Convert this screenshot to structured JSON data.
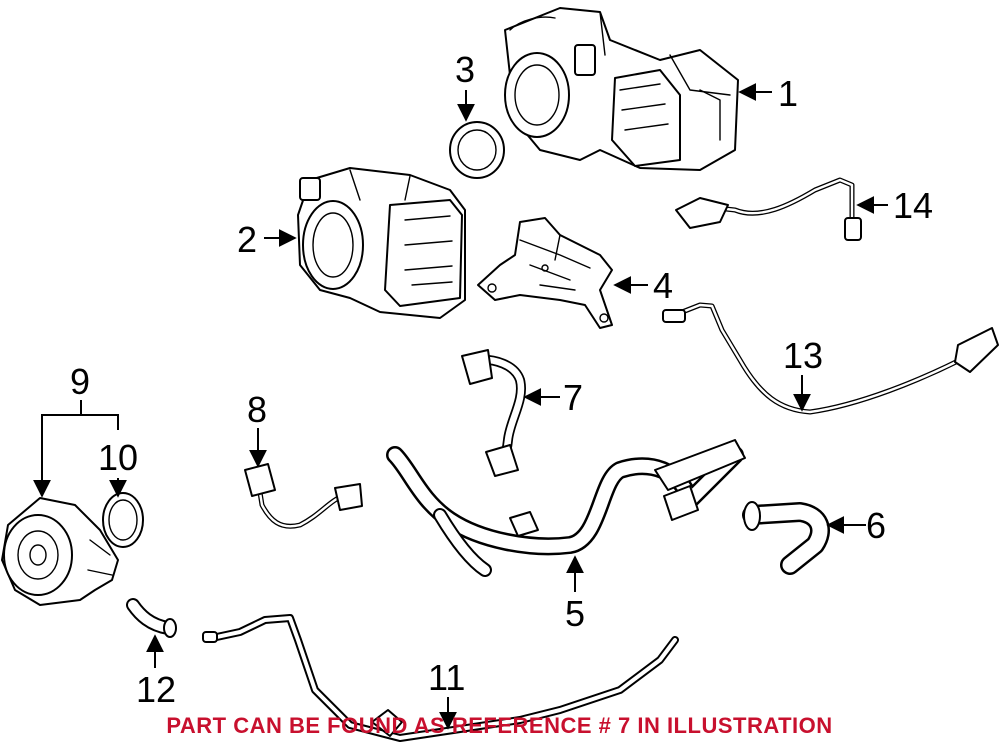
{
  "callouts": {
    "c1": "1",
    "c2": "2",
    "c3": "3",
    "c4": "4",
    "c5": "5",
    "c6": "6",
    "c7": "7",
    "c8": "8",
    "c9": "9",
    "c10": "10",
    "c11": "11",
    "c12": "12",
    "c13": "13",
    "c14": "14"
  },
  "notice": "PART CAN BE FOUND AS REFERENCE # 7 IN ILLUSTRATION",
  "colors": {
    "notice": "#c8102e",
    "line": "#000000"
  }
}
